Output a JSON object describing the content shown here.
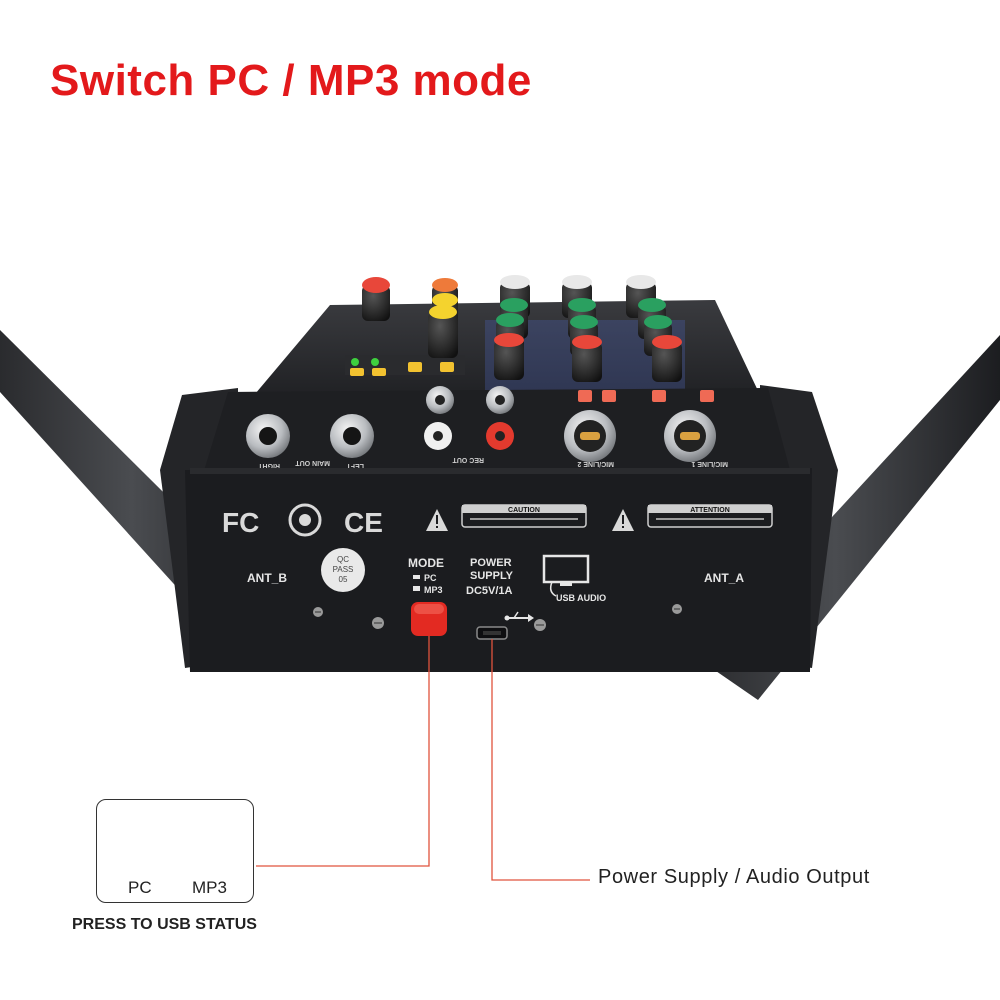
{
  "headline": "Switch PC / MP3 mode",
  "colors": {
    "headline": "#e3191b",
    "device_body": "#1b1c1f",
    "mode_button": "#e32a22",
    "leader_line": "#e0533d"
  },
  "panel": {
    "ant_left": "ANT_B",
    "ant_right": "ANT_A",
    "mode_label": "MODE",
    "mode_pc": "PC",
    "mode_mp3": "MP3",
    "power_label_1": "POWER",
    "power_label_2": "SUPPLY",
    "power_rating": "DC5V/1A",
    "usb_audio": "USB AUDIO",
    "qc_1": "QC",
    "qc_2": "PASS",
    "qc_3": "05",
    "caution_title": "CAUTION",
    "attention_title": "ATTENTION",
    "main_out": "MAIN OUT",
    "left": "LEFT",
    "right": "RIGHT",
    "rec_out": "REC OUT",
    "mic_line_2": "MIC/LINE 2",
    "mic_line_1": "MIC/LINE 1",
    "fc": "FC",
    "ce": "CE"
  },
  "legend_box": {
    "pc": "PC",
    "mp3": "MP3",
    "caption": "PRESS TO USB STATUS"
  },
  "callout": "Power Supply / Audio Output",
  "icons": [
    "antenna-icon",
    "mode-button",
    "micro-usb-port-icon",
    "usb-symbol-icon",
    "monitor-icon",
    "warning-triangle-icon",
    "pointing-hand-icon",
    "button-cap-icon"
  ]
}
